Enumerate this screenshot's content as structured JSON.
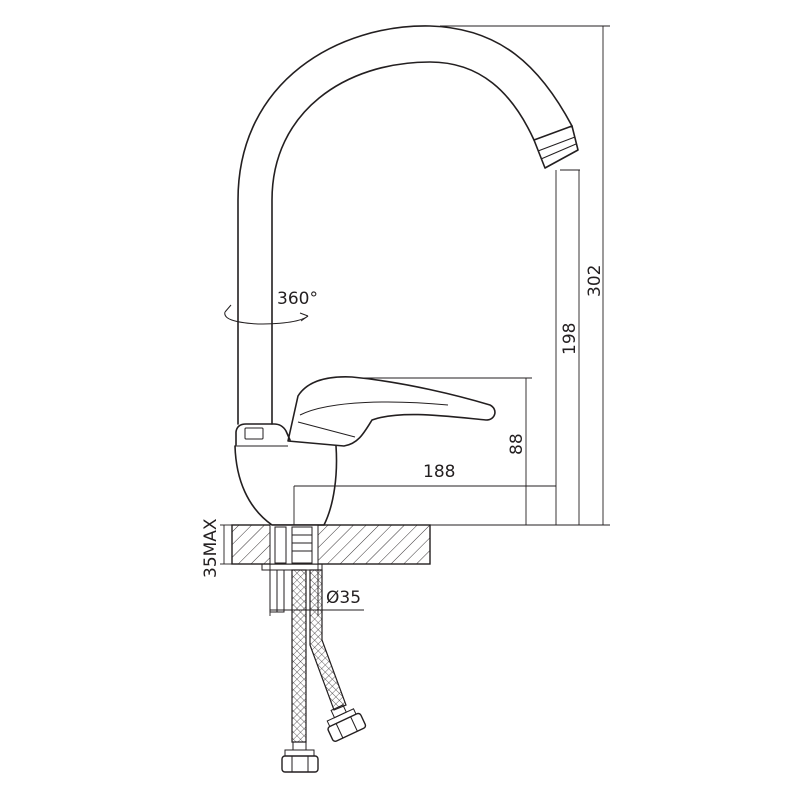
{
  "labels": {
    "rotation": "360°",
    "max_thickness": "35MAX",
    "hole_diameter": "Ø35",
    "spout_reach": "188",
    "handle_height": "88",
    "spout_height": "198",
    "total_height": "302"
  }
}
